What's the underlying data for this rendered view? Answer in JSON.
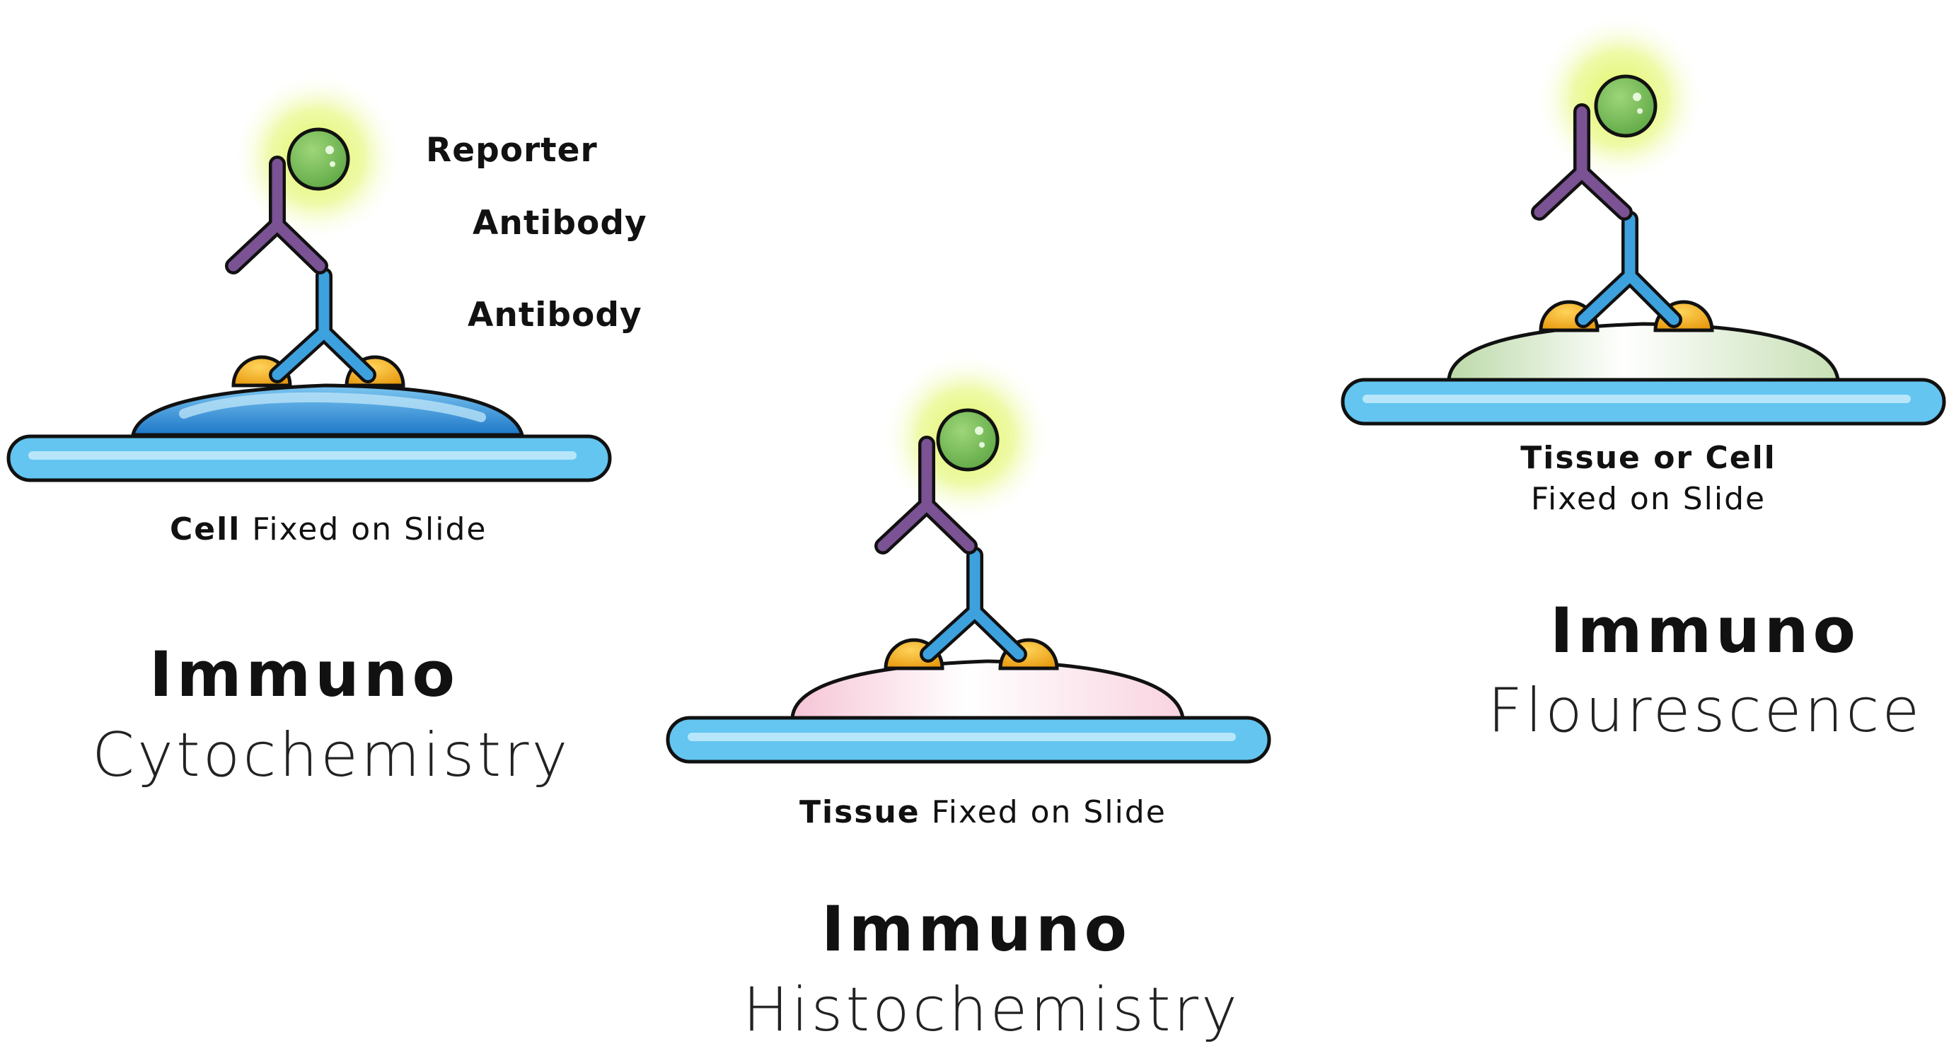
{
  "legend": {
    "reporter": "Reporter",
    "antibody_secondary": "Antibody",
    "antibody_primary": "Antibody"
  },
  "panels": [
    {
      "sample_bold": "Cell",
      "sample_rest": " Fixed on Slide",
      "title_line1": "Immuno",
      "title_line2": "Cytochemistry",
      "sample_color": "#2f8fd8"
    },
    {
      "sample_bold": "Tissue",
      "sample_rest": " Fixed on Slide",
      "title_line1": "Immuno",
      "title_line2": "Histochemistry",
      "sample_color": "#f7d7e3"
    },
    {
      "sample_bold": "Tissue or Cell",
      "sample_rest": "Fixed on Slide",
      "title_line1": "Immuno",
      "title_line2": "Flourescence",
      "sample_color": "#cfe3c4"
    }
  ],
  "colors": {
    "slide": "#63c5f0",
    "primary_antibody": "#3da1de",
    "secondary_antibody": "#7b5293",
    "reporter": "#7fc45b",
    "glow": "#dff55a",
    "antigen": "#f5b323"
  },
  "icons": [
    "slide",
    "cell",
    "antigen",
    "primary-antibody",
    "secondary-antibody",
    "reporter-sphere",
    "glow"
  ]
}
